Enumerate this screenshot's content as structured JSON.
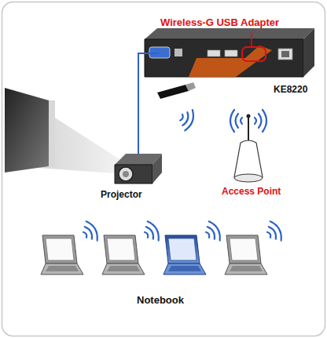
{
  "diagram": {
    "labels": [
      "Wireless-G USB Adapter",
      "KE8220",
      "Projector",
      "Access Point",
      "Notebook"
    ]
  }
}
